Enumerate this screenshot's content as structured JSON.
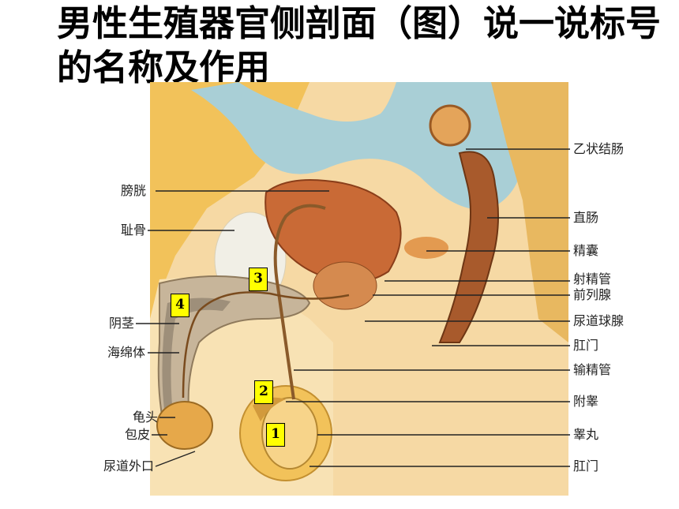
{
  "title": "男性生殖器官侧剖面（图）说一说标号的名称及作用",
  "left_labels": [
    "膀胱",
    "耻骨",
    "阴茎",
    "海绵体",
    "龟头",
    "包皮",
    "尿道外口"
  ],
  "right_labels": [
    "乙状结肠",
    "直肠",
    "精囊",
    "射精管",
    "前列腺",
    "尿道球腺",
    "肛门",
    "输精管",
    "附睾",
    "睾丸",
    "肛门"
  ],
  "markers": [
    "1",
    "2",
    "3",
    "4"
  ],
  "colors": {
    "marker_fill": "#ffff00",
    "title": "#000000"
  }
}
